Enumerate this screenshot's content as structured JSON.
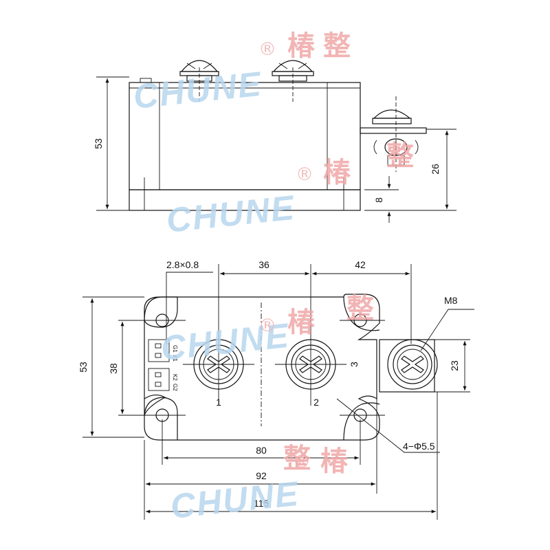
{
  "watermark": {
    "brand": "CHUNE",
    "registered": "®",
    "cjk_1": "椿",
    "cjk_2": "整"
  },
  "side_view": {
    "height_label": "53",
    "terminal_height_label": "26",
    "base_height_label": "8"
  },
  "top_view": {
    "tab_label": "2.8×0.8",
    "spacing_1_label": "36",
    "spacing_2_label": "42",
    "screw_label": "M8",
    "height_label": "53",
    "hole_pitch_label": "38",
    "tab_width_label": "23",
    "terminal_1": "1",
    "terminal_2": "2",
    "terminal_3": "3",
    "mount_holes_label": "4−Φ5.5",
    "length_80_label": "80",
    "length_92_label": "92",
    "length_115_label": "115",
    "pins": [
      "G1",
      "K1",
      "K2",
      "G2"
    ]
  }
}
